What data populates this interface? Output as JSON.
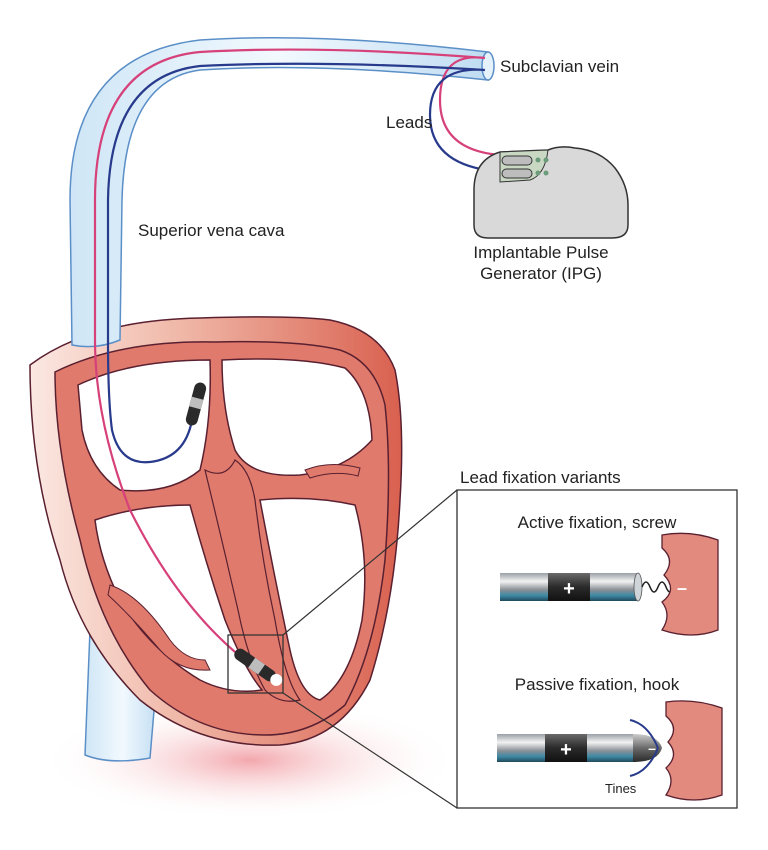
{
  "labels": {
    "subclavian_vein": "Subclavian vein",
    "leads": "Leads",
    "superior_vena_cava": "Superior vena cava",
    "ipg_line1": "Implantable Pulse",
    "ipg_line2": "Generator (IPG)",
    "fixation_title": "Lead fixation variants",
    "active_fixation": "Active fixation, screw",
    "passive_fixation": "Passive fixation, hook",
    "tines": "Tines"
  },
  "electrode_signs": {
    "positive": "+",
    "negative": "–"
  },
  "colors": {
    "vein_fill": "#d8ecf8",
    "vein_stroke": "#5b8fc7",
    "lead_pink": "#d6417a",
    "lead_blue": "#283a8c",
    "myocardium": "#e07a6c",
    "heart_outline": "#5a2030",
    "ipg_body": "#d9d9d9",
    "tissue": "#e28a7e"
  }
}
